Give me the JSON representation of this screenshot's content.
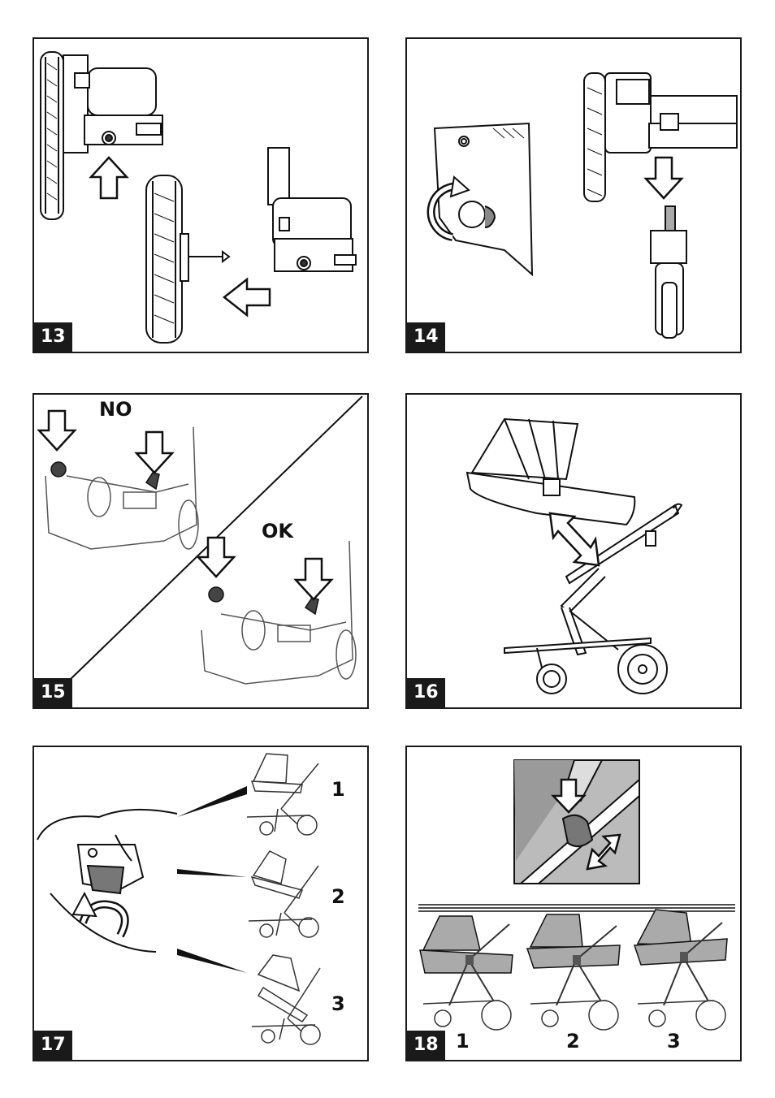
{
  "panels": [
    {
      "number": "13"
    },
    {
      "number": "14"
    },
    {
      "number": "15",
      "label_no": "NO",
      "label_ok": "OK"
    },
    {
      "number": "16"
    },
    {
      "number": "17",
      "positions": [
        "1",
        "2",
        "3"
      ]
    },
    {
      "number": "18",
      "positions": [
        "1",
        "2",
        "3"
      ]
    }
  ]
}
